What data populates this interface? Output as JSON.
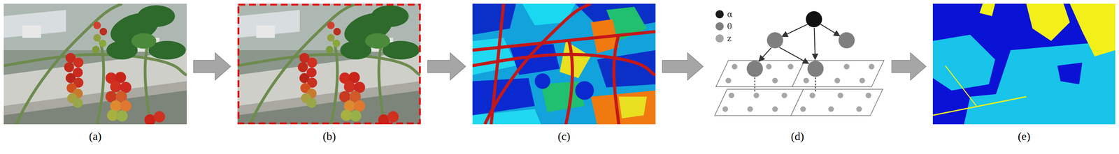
{
  "diagram": {
    "nodes": [
      {
        "text": [
          "(a)"
        ]
      },
      {
        "text": [
          "(b)"
        ]
      },
      {
        "text": [
          "(c)"
        ]
      },
      {
        "text": [
          "(d)"
        ]
      },
      {
        "text": [
          "(e)"
        ]
      }
    ],
    "edges": [
      {
        "from": 0,
        "to": 1,
        "arrow": "to"
      },
      {
        "from": 1,
        "to": 2,
        "arrow": "to"
      },
      {
        "from": 2,
        "to": 3,
        "arrow": "to"
      },
      {
        "from": 3,
        "to": 4,
        "arrow": "to"
      }
    ],
    "legend": [
      {
        "text": "α",
        "color": "#1a1a1a"
      },
      {
        "text": "θ",
        "color": "#7f7f7f"
      },
      {
        "text": "z",
        "color": "#a6a6a6"
      }
    ]
  }
}
